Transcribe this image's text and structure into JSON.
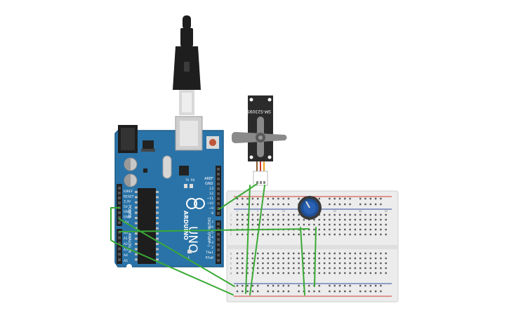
{
  "colors": {
    "board": "#2a73a8",
    "board_edge": "#1d5b88",
    "header": "#222222",
    "wire": "#3aaa35",
    "breadboard": "#ececec",
    "rail_red": "#d33a2c",
    "rail_blue": "#2a4e9a",
    "servo_body": "#2b2b2b",
    "servo_horn": "#8a8a8a",
    "pot_knob": "#1f4f97",
    "usb_plug": "#1e1e1e"
  },
  "arduino": {
    "model": "UNO",
    "brand": "ARDUINO",
    "digital_label": "DIGITAL (PWM~)",
    "power_label": "POWER",
    "analog_label": "ANALOG IN",
    "aref": "AREF",
    "gnd": "GND",
    "pins_top": [
      "13",
      "12",
      "~11",
      "~10",
      "~9",
      "8"
    ],
    "pins_bottom": [
      "7",
      "~6",
      "~5",
      "4",
      "~3",
      "2",
      "TX▸1",
      "RX◂0"
    ],
    "power_pins": [
      "IOREF",
      "RESET",
      "3.3V",
      "5V",
      "GND",
      "GND",
      "Vin"
    ],
    "analog_pins": [
      "A0",
      "A1",
      "A2",
      "A3",
      "A4",
      "A5"
    ],
    "tx": "TX",
    "rx": "RX",
    "l": "L"
  },
  "servo": {
    "label": "SM-S2309S"
  },
  "breadboard": {
    "columns_top": [
      "1",
      "5",
      "10",
      "15",
      "20",
      "25",
      "30"
    ],
    "rows_left": [
      "j",
      "i",
      "h",
      "g",
      "f",
      "e",
      "d",
      "c",
      "b",
      "a"
    ]
  }
}
